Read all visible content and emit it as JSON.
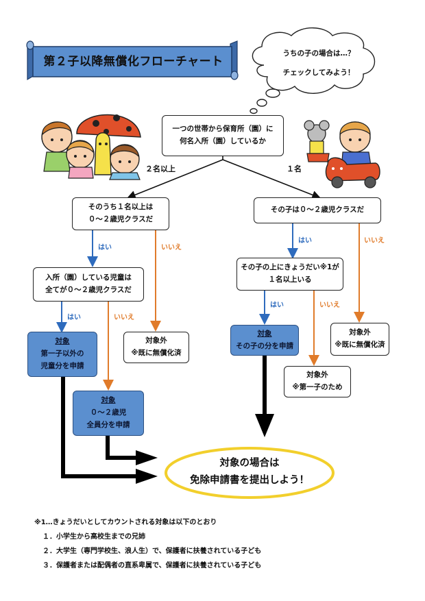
{
  "title": "第２子以降無償化フローチャート",
  "thought": {
    "line1": "うちの子の場合は…？",
    "line2": "チェックしてみよう！"
  },
  "start": {
    "line1": "一つの世帯から保育所（園）に",
    "line2": "何名入所（園）しているか"
  },
  "branch_labels": {
    "two_plus": "２名以上",
    "one": "１名"
  },
  "q_under2_any": {
    "line1": "そのうち１名以上は",
    "line2": "０～２歳児クラスだ"
  },
  "q_all_under2": {
    "line1": "入所（園）している児童は",
    "line2": "全てが０～２歳児クラスだ"
  },
  "q_child_under2": {
    "line1": "その子は０～２歳児クラスだ"
  },
  "q_sibling": {
    "line1": "その子の上にきょうだい※1が",
    "line2": "１名以上いる"
  },
  "yes": "はい",
  "no": "いいえ",
  "result_target_not_first": {
    "title": "対象",
    "line1": "第一子以外の",
    "line2": "児童分を申請"
  },
  "result_target_all": {
    "title": "対象",
    "line1": "０～２歳児",
    "line2": "全員分を申請"
  },
  "result_target_child": {
    "title": "対象",
    "line1": "その子の分を申請"
  },
  "result_excluded_free_left": {
    "title": "対象外",
    "line1": "※既に無償化済"
  },
  "result_excluded_free_right": {
    "title": "対象外",
    "line1": "※既に無償化済"
  },
  "result_excluded_first": {
    "title": "対象外",
    "line1": "※第一子のため"
  },
  "goal": {
    "line1": "対象の場合は",
    "line2": "免除申請書を提出しよう！"
  },
  "notes": {
    "header": "※1…きょうだいとしてカウントされる対象は以下のとおり",
    "items": [
      "１．小学生から高校生までの兄姉",
      "２．大学生（専門学校生、浪人生）で、保護者に扶養されている子ども",
      "３．保護者または配偶者の直系卑属で、保護者に扶養されている子ども"
    ]
  },
  "colors": {
    "banner": "#5b8fcf",
    "target_box": "#5b8fcf",
    "yes": "#2e6bbd",
    "no": "#e07b2a",
    "goal_border": "#f2cf2c"
  },
  "icons": [
    "banner-scroll-icon",
    "thought-bubble-icon",
    "children-illustration-icon",
    "child-car-illustration-icon"
  ]
}
